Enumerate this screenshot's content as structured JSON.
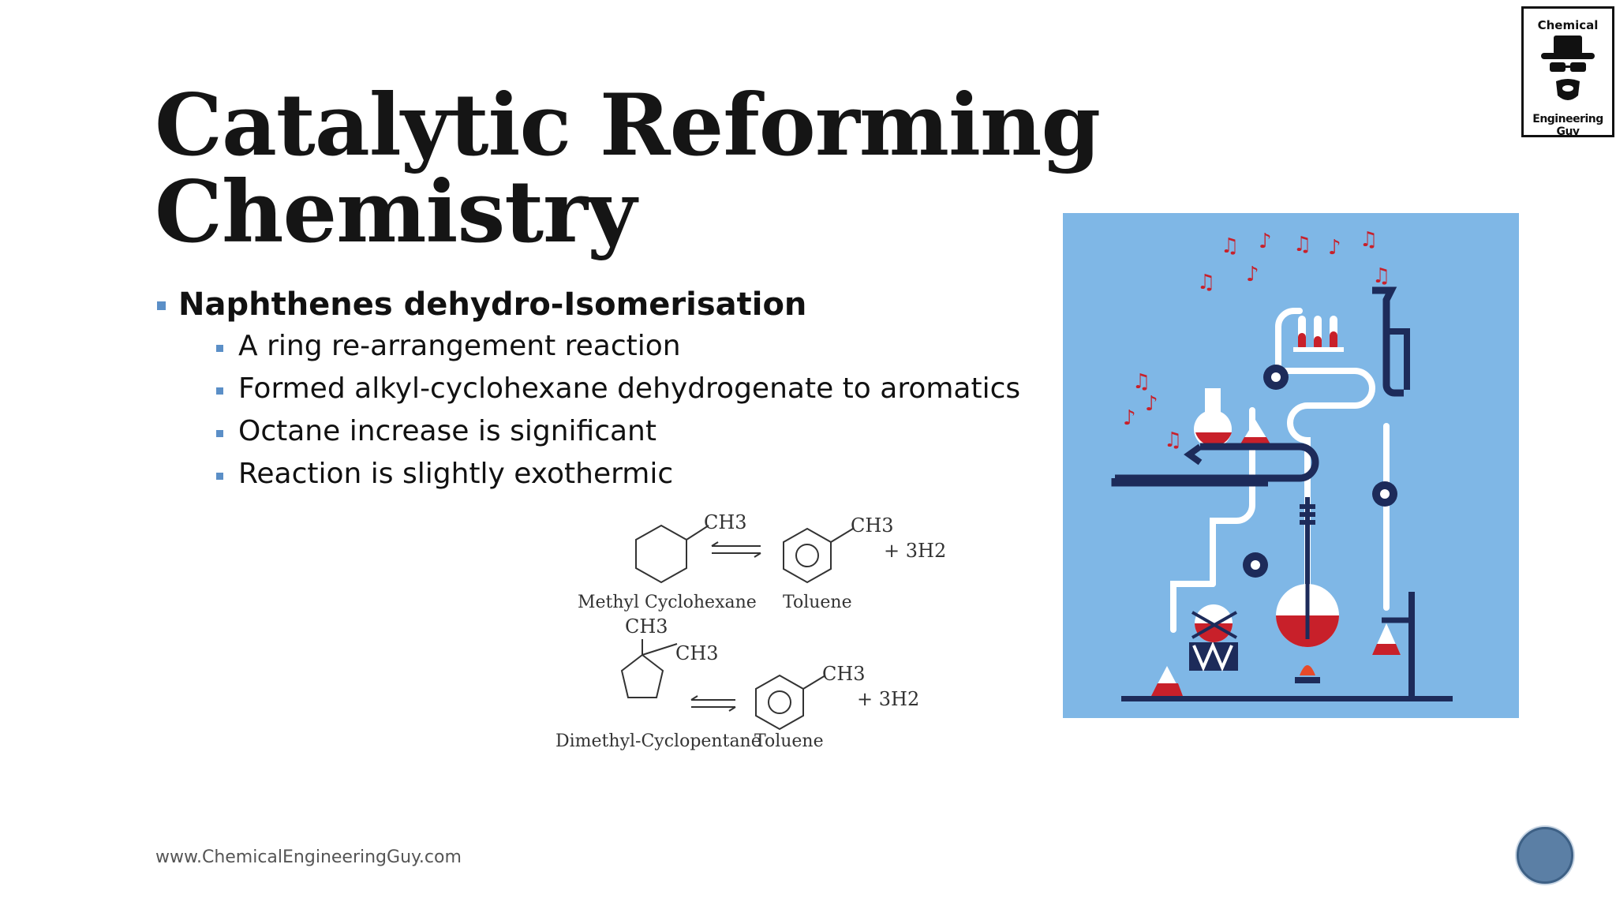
{
  "slide": {
    "title_line1": "Catalytic Reforming",
    "title_line2": "Chemistry",
    "bullet_main": "Naphthenes dehydro-Isomerisation",
    "sub_bullets": [
      "A ring re-arrangement reaction",
      "Formed alkyl-cyclohexane dehydrogenate to aromatics",
      "Octane increase is significant",
      "Reaction is slightly exothermic"
    ],
    "footer_url": "www.ChemicalEngineeringGuy.com"
  },
  "reaction1": {
    "reactant_name": "Methyl Cyclohexane",
    "product_name": "Toluene",
    "substituent": "CH3",
    "byproduct": "+ 3H2"
  },
  "reaction2": {
    "reactant_name": "Dimethyl-Cyclopentane",
    "product_name": "Toluene",
    "substituent_a": "CH3",
    "substituent_b": "CH3",
    "product_substituent": "CH3",
    "byproduct": "+ 3H2"
  },
  "logo": {
    "top_text": "Chemical",
    "bottom_text": "Engineering Guy"
  },
  "colors": {
    "bullet": "#5b8fc7",
    "artwork_bg": "#7fb7e6",
    "artwork_navy": "#1d2b5a",
    "artwork_red": "#c8202a",
    "nav_circle": "#5b7fa5"
  },
  "icons": {
    "logo_emblem": "hat-glasses-beard-icon",
    "artwork": "chemistry-music-illustration",
    "nav": "navigation-circle-icon"
  }
}
